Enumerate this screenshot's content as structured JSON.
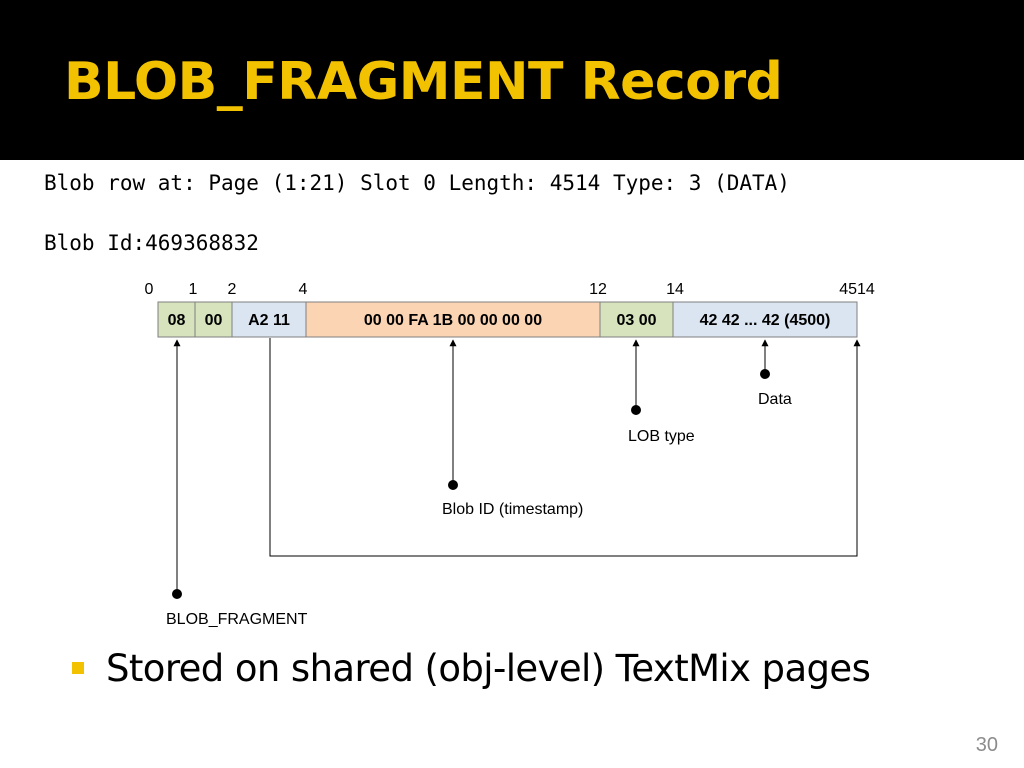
{
  "slide": {
    "title": "BLOB_FRAGMENT Record",
    "page_number": "30"
  },
  "dump": {
    "row_line": "Blob row at: Page (1:21) Slot 0 Length: 4514 Type: 3 (DATA)",
    "id_line": "Blob Id:469368832"
  },
  "record": {
    "offsets": [
      {
        "label": "0",
        "offset": 0
      },
      {
        "label": "1",
        "offset": 1
      },
      {
        "label": "2",
        "offset": 2
      },
      {
        "label": "4",
        "offset": 4
      },
      {
        "label": "12",
        "offset": 12
      },
      {
        "label": "14",
        "offset": 14
      },
      {
        "label": "4514",
        "offset": 4514
      }
    ],
    "fields": [
      {
        "label": "08",
        "start": 0,
        "end": 1,
        "color": "#d6e3bc"
      },
      {
        "label": "00",
        "start": 1,
        "end": 2,
        "color": "#d6e3bc"
      },
      {
        "label": "A2 11",
        "start": 2,
        "end": 4,
        "color": "#dbe5f1"
      },
      {
        "label": "00 00 FA 1B 00 00 00 00",
        "start": 4,
        "end": 12,
        "color": "#fbd4b4"
      },
      {
        "label": "03 00",
        "start": 12,
        "end": 14,
        "color": "#d6e3bc"
      },
      {
        "label": "42 42 ... 42 (4500)",
        "start": 14,
        "end": 4514,
        "color": "#dbe5f1"
      }
    ],
    "annotations": [
      {
        "label": "BLOB_FRAGMENT"
      },
      {
        "label": "Blob ID (timestamp)"
      },
      {
        "label": "LOB type"
      },
      {
        "label": "Data"
      }
    ]
  },
  "bullets": [
    {
      "text": "Stored on shared (obj-level) TextMix pages",
      "marker_color": "#f2c200"
    }
  ]
}
